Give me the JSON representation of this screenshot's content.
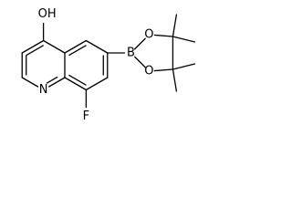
{
  "diagram": {
    "type": "structural-formula",
    "atom_labels": {
      "hydroxyl": "OH",
      "ring_nitrogen": "N",
      "fluorine": "F",
      "boron": "B",
      "ring_oxygen_top": "O",
      "ring_oxygen_bottom": "O"
    },
    "colors": {
      "bond": "#000000",
      "label": "#000000",
      "background": "#ffffff"
    }
  }
}
